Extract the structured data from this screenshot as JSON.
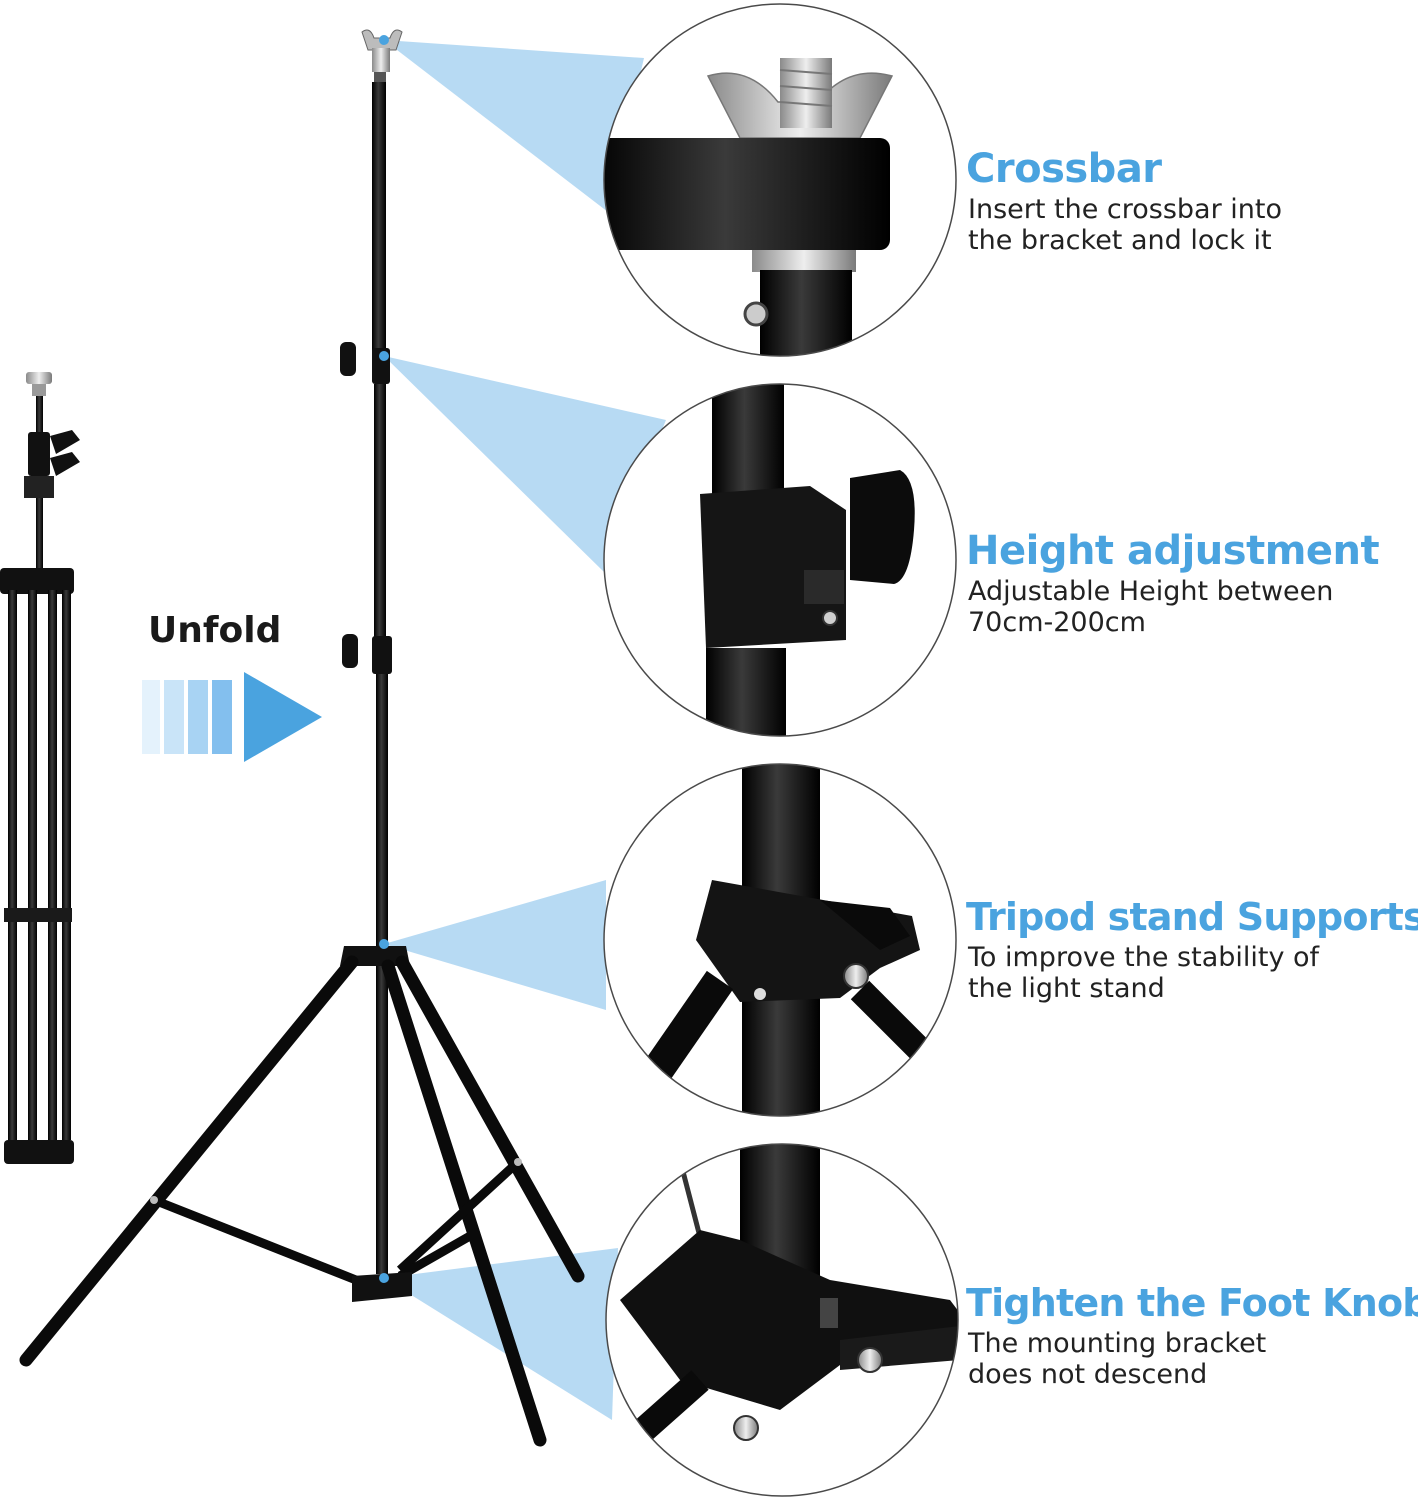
{
  "unfold_label": "Unfold",
  "accent_color": "#4aa3df",
  "features": [
    {
      "title": "Crossbar",
      "description": "Insert the crossbar into\nthe bracket and lock it",
      "icon": "wing-nut-mount-icon"
    },
    {
      "title": "Height adjustment",
      "description": "Adjustable Height between\n70cm-200cm",
      "icon": "lock-knob-icon"
    },
    {
      "title": "Tripod stand Supports",
      "description": "To improve the stability of\nthe light stand",
      "icon": "leg-hub-icon"
    },
    {
      "title": "Tighten the Foot Knob",
      "description": "The mounting bracket\ndoes not descend",
      "icon": "foot-knob-icon"
    }
  ]
}
